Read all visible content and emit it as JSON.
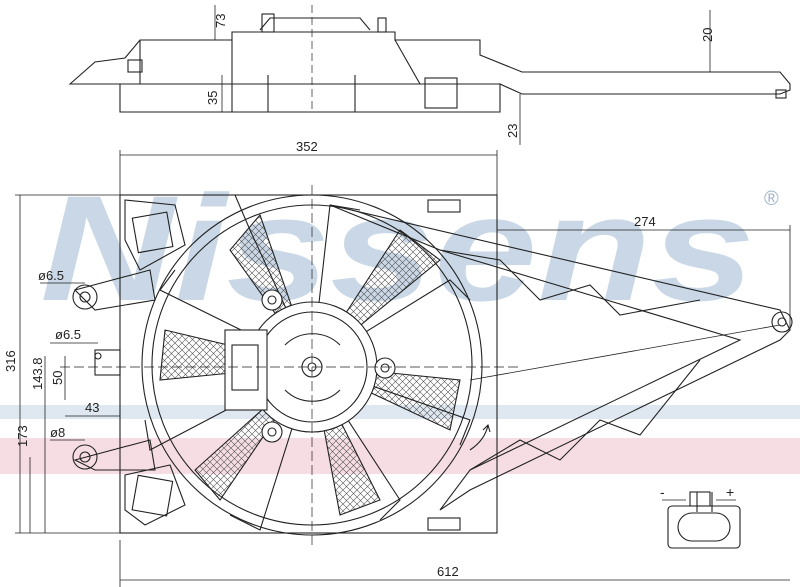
{
  "watermark": {
    "brand": "Nissens",
    "registered_mark": "®",
    "brand_color": "#c9d7e6",
    "stripe_blue": "#dfe8f1",
    "stripe_red": "#f6dde3"
  },
  "dimensions": {
    "top_height": "73",
    "right_offset": "20",
    "shroud_depth": "35",
    "bracket_drop": "23",
    "shroud_width": "352",
    "arm_length": "274",
    "total_height": "316",
    "hole_upper_dia": "ø6.5",
    "hole_mid_dia": "ø6.5",
    "hole_lower_dia": "ø8",
    "offset_143": "143.8",
    "offset_50": "50",
    "offset_43": "43",
    "offset_173": "173",
    "total_width": "612"
  },
  "connector": {
    "minus_label": "-",
    "plus_label": "+"
  },
  "colors": {
    "line": "#222222",
    "hatch": "#555555"
  },
  "icons": {
    "fan": "fan-assembly-icon",
    "connector": "electrical-connector-icon"
  }
}
